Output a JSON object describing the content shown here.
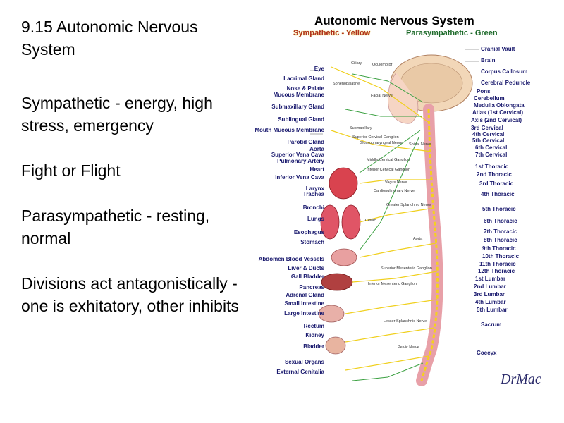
{
  "slide": {
    "title": "9.15 Autonomic Nervous System",
    "sympathetic": "Sympathetic - energy, high stress, emergency",
    "fight": "Fight or Flight",
    "parasympathetic": "Parasympathetic - resting, normal",
    "divisions": "Divisions act antagonistically - one is exhitatory, other inhibits"
  },
  "figure": {
    "title": "Autonomic Nervous System",
    "legend_sympathetic": "Sympathetic - Yellow",
    "legend_parasympathetic": "Parasympathetic - Green",
    "signature": "DrMac",
    "left_labels": [
      "Eye",
      "Lacrimal Gland",
      "Nose & Palate",
      "Mucous Membrane",
      "Submaxillary Gland",
      "Sublingual Gland",
      "Mouth Mucous Membrane",
      "Parotid Gland",
      "Aorta",
      "Superior Vena Cava",
      "Pulmonary Artery",
      "Heart",
      "Inferior Vena Cava",
      "Larynx",
      "Trachea",
      "Bronchi",
      "Lungs",
      "Esophagus",
      "Stomach",
      "Abdomen Blood Vessels",
      "Liver & Ducts",
      "Gall Bladder",
      "Pancreas",
      "Adrenal Gland",
      "Small Intestine",
      "Large Intestine",
      "Rectum",
      "Kidney",
      "Bladder",
      "Sexual Organs",
      "External Genitalia"
    ],
    "right_labels": [
      "Cranial Vault",
      "Brain",
      "Corpus Callosum",
      "Cerebral Peduncle",
      "Pons",
      "Cerebellum",
      "Medulla Oblongata",
      "Atlas (1st Cervical)",
      "Axis (2nd Cervical)",
      "3rd Cervical",
      "4th Cervical",
      "5th Cervical",
      "6th Cervical",
      "7th Cervical",
      "1st Thoracic",
      "2nd Thoracic",
      "3rd Thoracic",
      "4th Thoracic",
      "5th Thoracic",
      "6th Thoracic",
      "7th Thoracic",
      "8th Thoracic",
      "9th Thoracic",
      "10th Thoracic",
      "11th Thoracic",
      "12th Thoracic",
      "1st Lumbar",
      "2nd Lumbar",
      "3rd Lumbar",
      "4th Lumbar",
      "5th Lumbar",
      "Sacrum",
      "Coccyx"
    ],
    "inner_labels": [
      "Ciliary",
      "Oculomotor",
      "Sphenopalatine",
      "Facial Nerve",
      "Submaxillary",
      "Superior Cervical Ganglion",
      "Glossopharyngeal Nerve",
      "Spinal Nerve",
      "Middle Cervical Ganglion",
      "Inferior Cervical Ganglion",
      "Vagus Nerve",
      "Cardiopulmonary Nerve",
      "Greater Splanchnic Nerve",
      "Celiac",
      "Aorta",
      "Superior Mesenteric Ganglion",
      "Inferior Mesenteric Ganglion",
      "Lesser Splanchnic Nerve",
      "Pelvic Nerve"
    ]
  }
}
